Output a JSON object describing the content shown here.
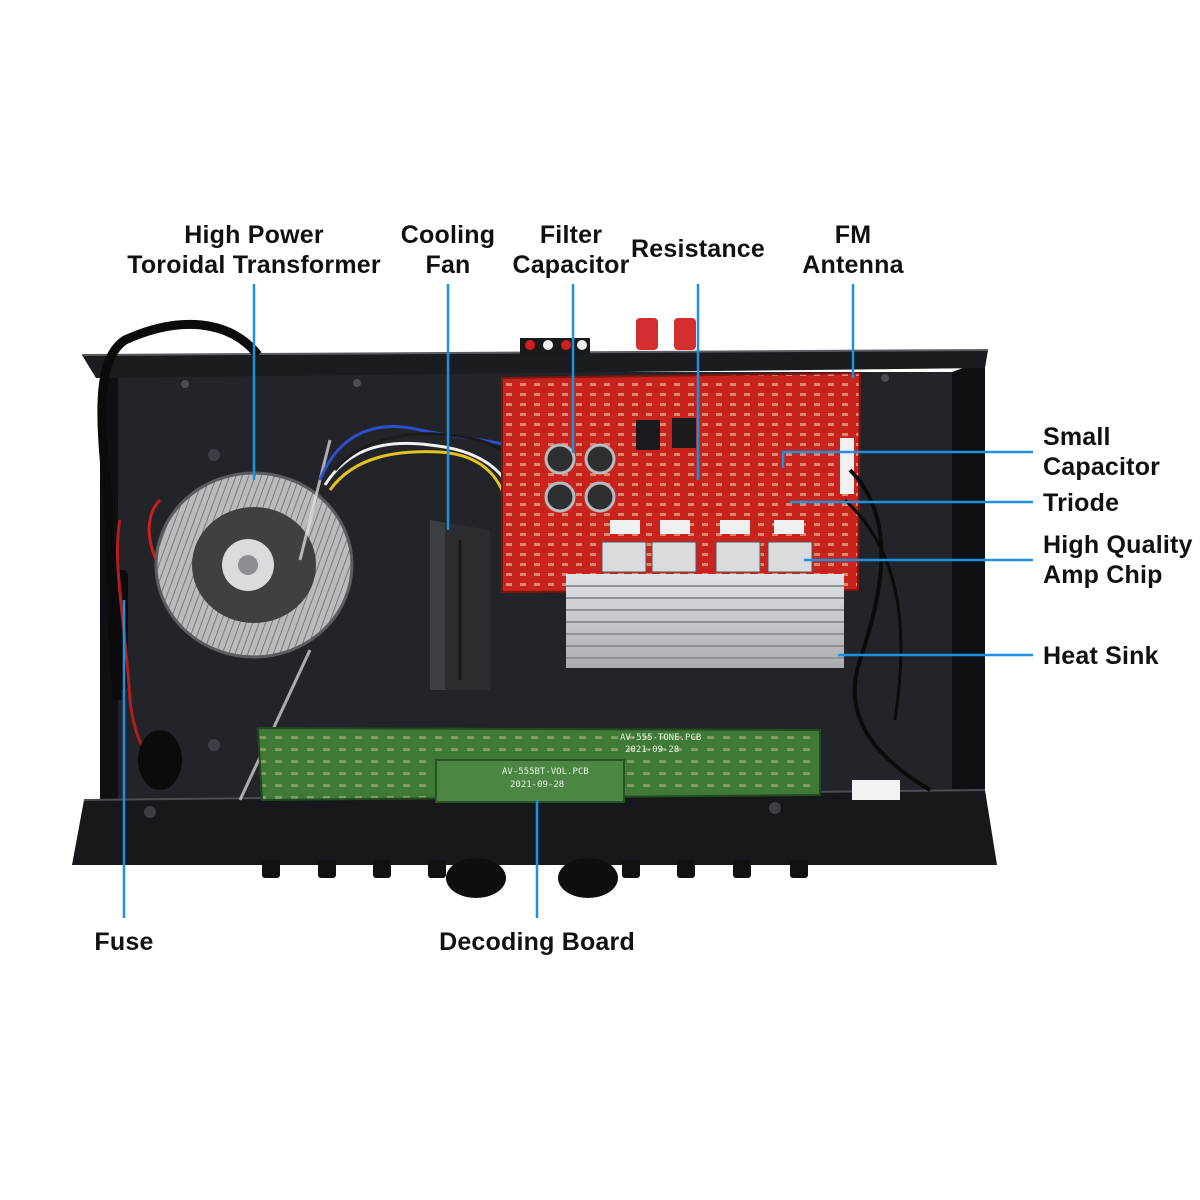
{
  "labels": {
    "transformer": [
      "High Power",
      "Toroidal Transformer"
    ],
    "cooling_fan": [
      "Cooling",
      "Fan"
    ],
    "filter_capacitor": [
      "Filter",
      "Capacitor"
    ],
    "resistance": [
      "Resistance"
    ],
    "fm_antenna": [
      "FM",
      "Antenna"
    ],
    "small_capacitor": [
      "Small",
      "Capacitor"
    ],
    "triode": [
      "Triode"
    ],
    "amp_chip": [
      "High Quality",
      "Amp Chip"
    ],
    "heat_sink": [
      "Heat Sink"
    ],
    "fuse": [
      "Fuse"
    ],
    "decoding_board": [
      "Decoding Board"
    ]
  },
  "pcb_text": {
    "tone_board": "AV-555-TONE.PCB",
    "tone_date": "2021-09-28",
    "vol_board": "AV-555BT-VOL.PCB",
    "vol_date": "2021-09-28"
  },
  "colors": {
    "leader_line": "#1f8fe0",
    "pcb_red": "#c8231c",
    "pcb_green": "#3e7a36",
    "chassis": "#15171b",
    "label_text": "#111111"
  }
}
